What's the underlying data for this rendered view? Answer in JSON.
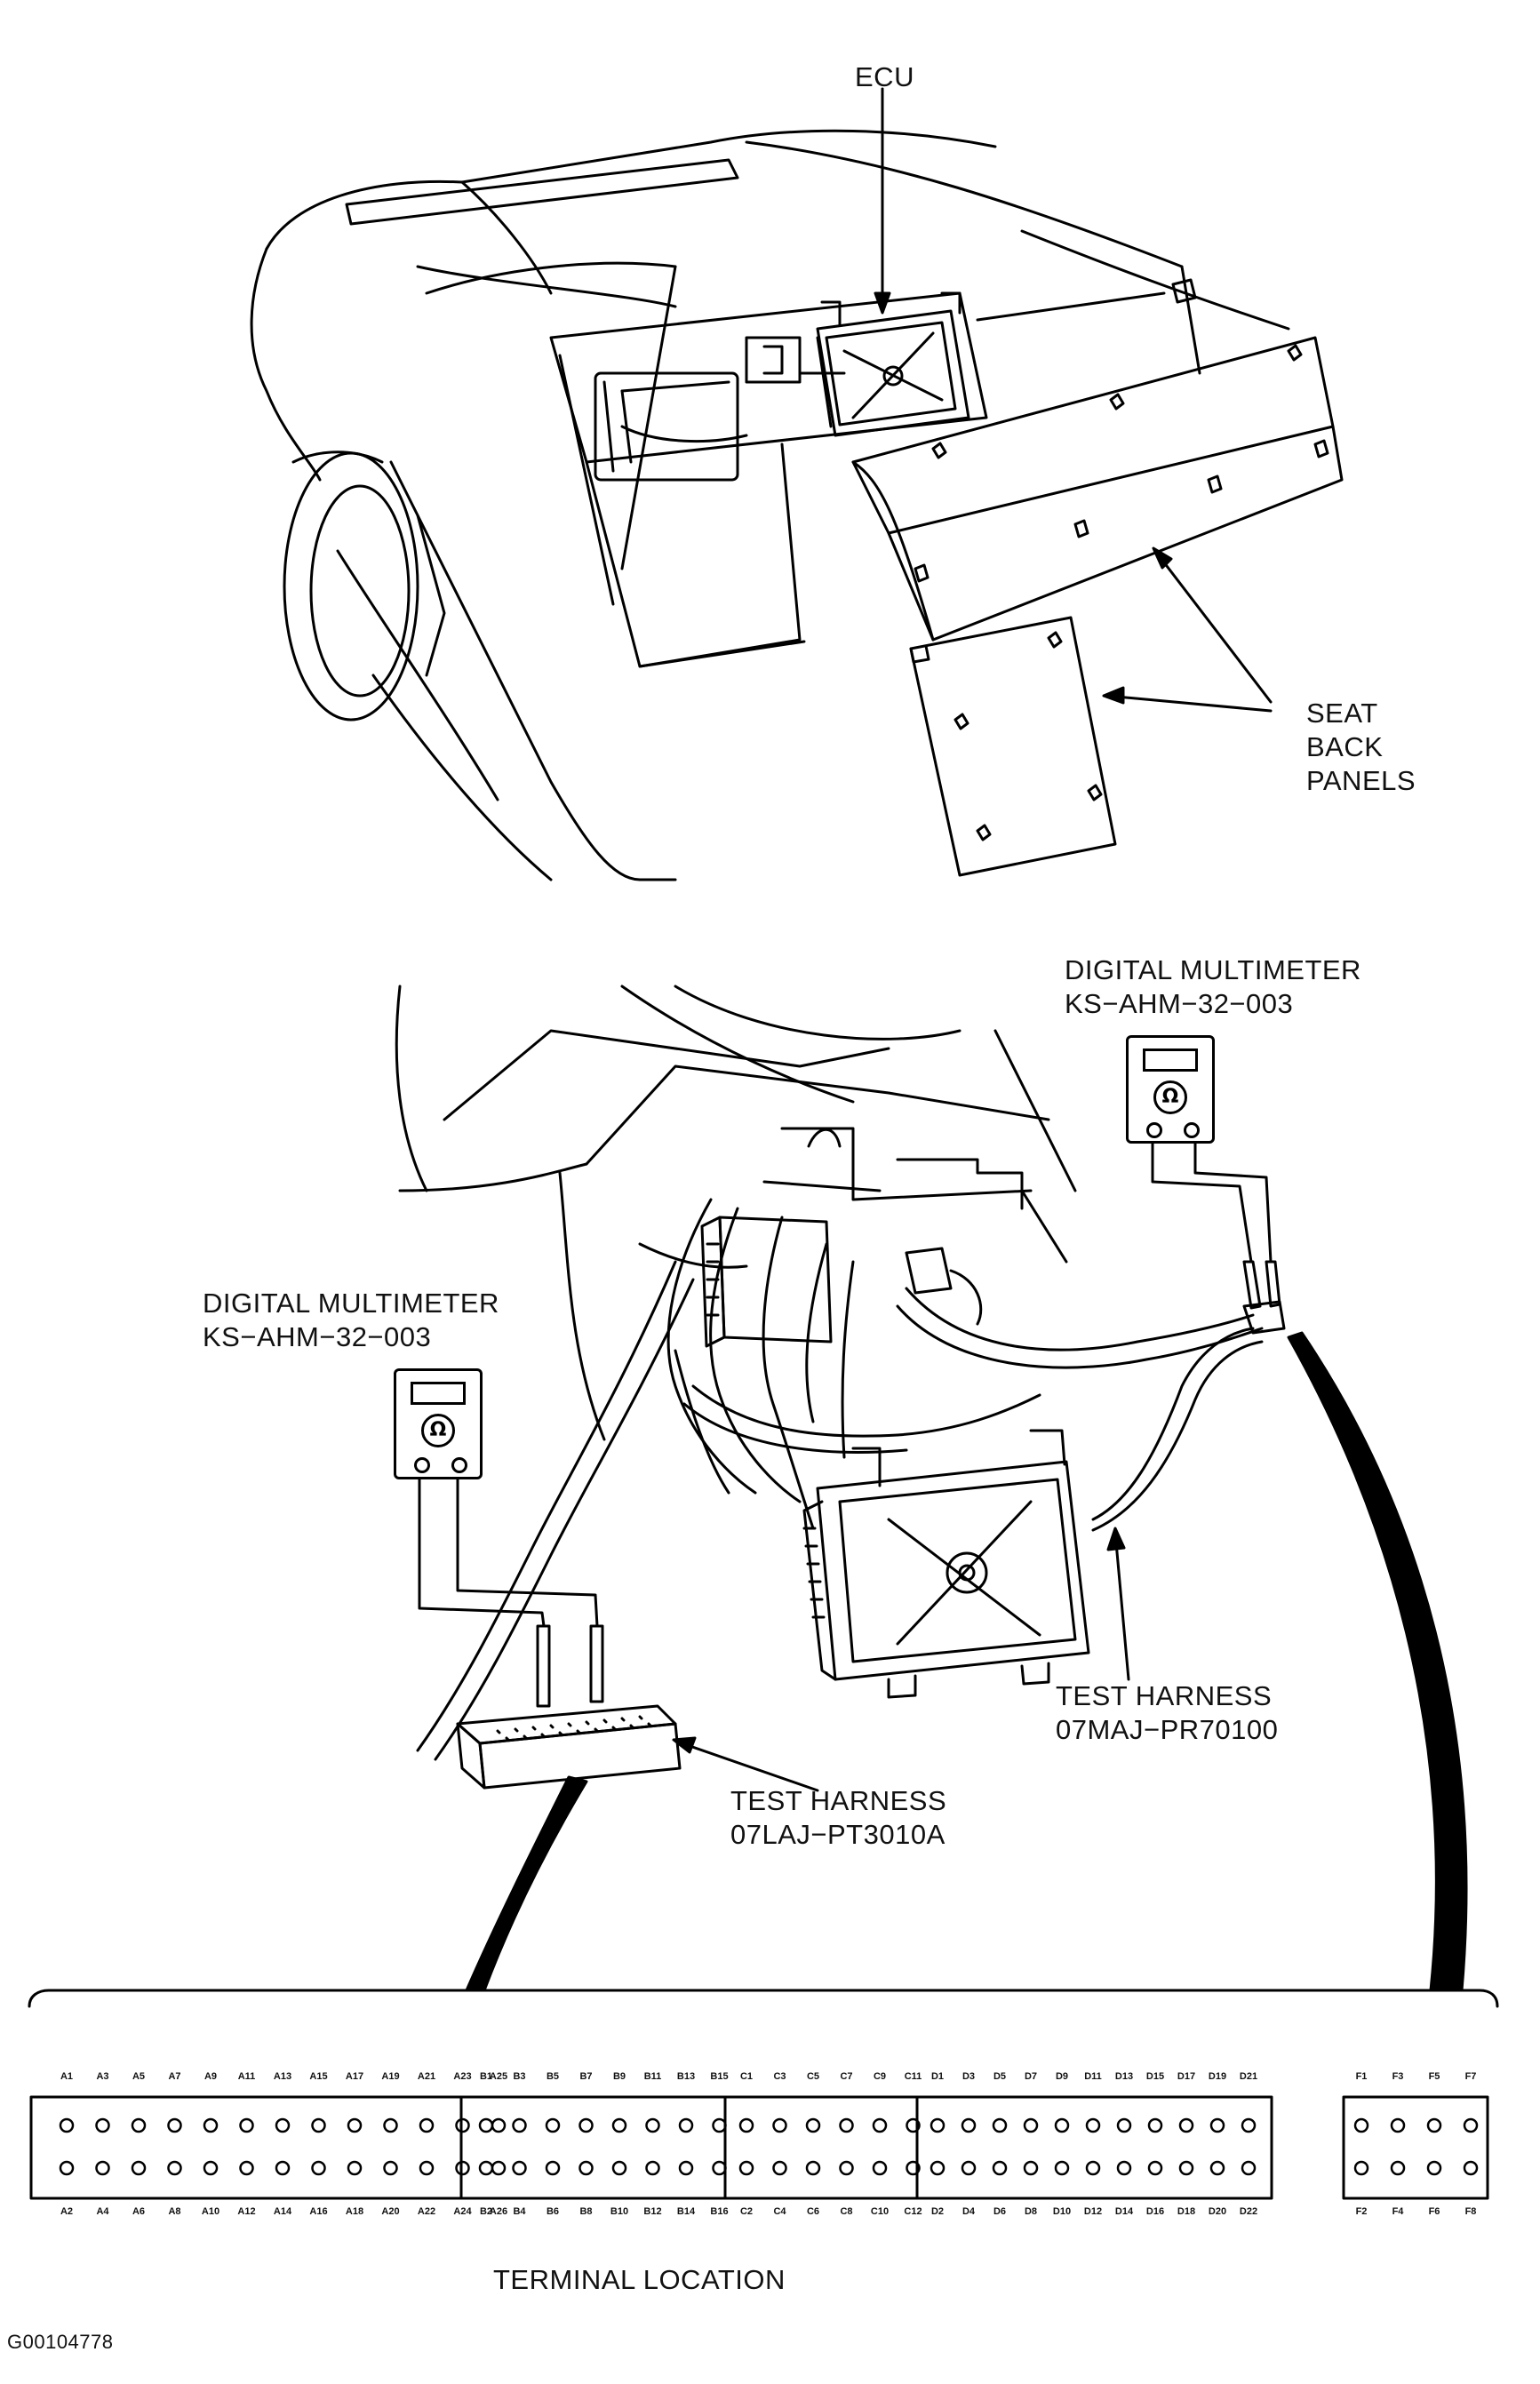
{
  "labels": {
    "ecu": "ECU",
    "seat_back_panels": [
      "SEAT",
      "BACK",
      "PANELS"
    ],
    "meter_right": {
      "title": "DIGITAL MULTIMETER",
      "part": "KS−AHM−32−003"
    },
    "meter_left": {
      "title": "DIGITAL MULTIMETER",
      "part": "KS−AHM−32−003"
    },
    "harness_ecu": {
      "title": "TEST HARNESS",
      "part": "07MAJ−PR70100"
    },
    "harness_box": {
      "title": "TEST HARNESS",
      "part": "07LAJ−PT3010A"
    },
    "terminal_location": "TERMINAL LOCATION",
    "figure_id": "G00104778"
  },
  "meter_symbol": "Ω",
  "terminals": {
    "A": {
      "top": [
        "A1",
        "A3",
        "A5",
        "A7",
        "A9",
        "A11",
        "A13",
        "A15",
        "A17",
        "A19",
        "A21",
        "A23",
        "A25"
      ],
      "bottom": [
        "A2",
        "A4",
        "A6",
        "A8",
        "A10",
        "A12",
        "A14",
        "A16",
        "A18",
        "A20",
        "A22",
        "A24",
        "A26"
      ]
    },
    "B": {
      "top": [
        "B1",
        "B3",
        "B5",
        "B7",
        "B9",
        "B11",
        "B13",
        "B15"
      ],
      "bottom": [
        "B2",
        "B4",
        "B6",
        "B8",
        "B10",
        "B12",
        "B14",
        "B16"
      ]
    },
    "C": {
      "top": [
        "C1",
        "C3",
        "C5",
        "C7",
        "C9",
        "C11"
      ],
      "bottom": [
        "C2",
        "C4",
        "C6",
        "C8",
        "C10",
        "C12"
      ]
    },
    "D": {
      "top": [
        "D1",
        "D3",
        "D5",
        "D7",
        "D9",
        "D11",
        "D13",
        "D15",
        "D17",
        "D19",
        "D21"
      ],
      "bottom": [
        "D2",
        "D4",
        "D6",
        "D8",
        "D10",
        "D12",
        "D14",
        "D16",
        "D18",
        "D20",
        "D22"
      ]
    },
    "F": {
      "top": [
        "F1",
        "F3",
        "F5",
        "F7"
      ],
      "bottom": [
        "F2",
        "F4",
        "F6",
        "F8"
      ]
    }
  }
}
